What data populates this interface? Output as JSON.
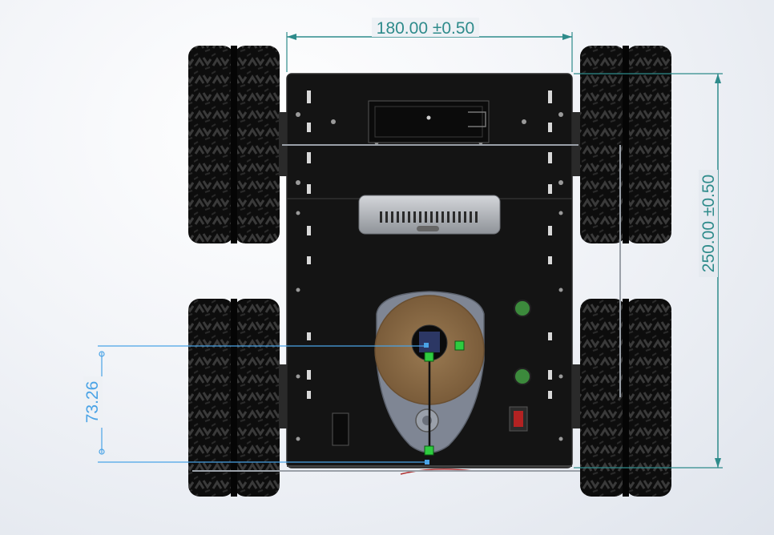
{
  "viewport": {
    "title": "",
    "background_colors": [
      "#ffffff",
      "#dfe4ec"
    ]
  },
  "dimensions": {
    "width": {
      "value": "180.00 ±0.50",
      "color": "#2e8b8b"
    },
    "height": {
      "value": "250.00 ±0.50",
      "color": "#2e8b8b"
    },
    "sketch": {
      "value": "73.26",
      "color": "#4aa3e6"
    }
  },
  "model": {
    "parts": [
      "chassis-plate",
      "wheel-front-left",
      "wheel-front-right",
      "wheel-rear-left",
      "wheel-rear-right",
      "battery-holder",
      "computer-module",
      "motor-disc",
      "led-green-1",
      "led-green-2",
      "power-switch"
    ],
    "colors": {
      "chassis": "#141414",
      "tire": "#0c0c0c",
      "tread": "#3a3a3a",
      "disc": "#8b6a45",
      "housing": "#7f8694",
      "module": "#b9bcc2",
      "led": "#3c8a3c",
      "switch": "#b32222",
      "sketch_point": "#2ecc40"
    }
  }
}
